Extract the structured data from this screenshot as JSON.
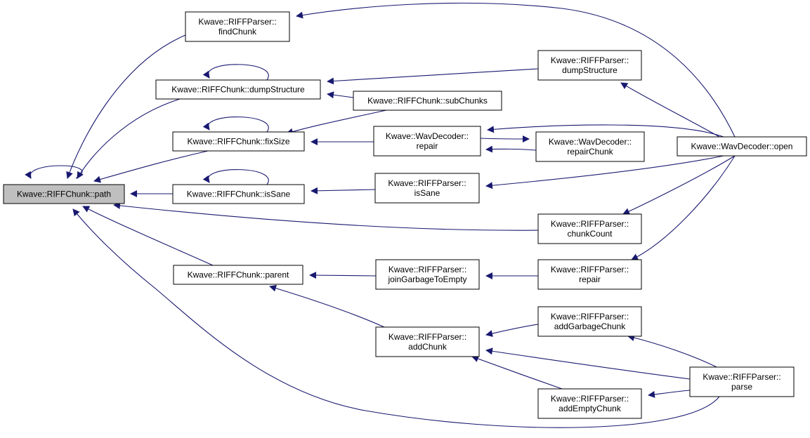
{
  "colors": {
    "edge": "#191970",
    "node_border": "#000000",
    "focus_fill": "#bfbfbf",
    "node_fill": "#ffffff"
  },
  "nodes": {
    "path": {
      "lines": [
        "Kwave::RIFFChunk::path"
      ],
      "focus": true
    },
    "findChunk": {
      "lines": [
        "Kwave::RIFFParser::",
        "findChunk"
      ]
    },
    "dumpStructureChunk": {
      "lines": [
        "Kwave::RIFFChunk::dumpStructure"
      ]
    },
    "dumpStructureParser": {
      "lines": [
        "Kwave::RIFFParser::",
        "dumpStructure"
      ]
    },
    "subChunks": {
      "lines": [
        "Kwave::RIFFChunk::subChunks"
      ]
    },
    "fixSize": {
      "lines": [
        "Kwave::RIFFChunk::fixSize"
      ]
    },
    "wavRepair": {
      "lines": [
        "Kwave::WavDecoder::",
        "repair"
      ]
    },
    "repairChunk": {
      "lines": [
        "Kwave::WavDecoder::",
        "repairChunk"
      ]
    },
    "wavOpen": {
      "lines": [
        "Kwave::WavDecoder::open"
      ]
    },
    "isSaneChunk": {
      "lines": [
        "Kwave::RIFFChunk::isSane"
      ]
    },
    "isSaneParser": {
      "lines": [
        "Kwave::RIFFParser::",
        "isSane"
      ]
    },
    "chunkCount": {
      "lines": [
        "Kwave::RIFFParser::",
        "chunkCount"
      ]
    },
    "parent": {
      "lines": [
        "Kwave::RIFFChunk::parent"
      ]
    },
    "joinGarbage": {
      "lines": [
        "Kwave::RIFFParser::",
        "joinGarbageToEmpty"
      ]
    },
    "parserRepair": {
      "lines": [
        "Kwave::RIFFParser::",
        "repair"
      ]
    },
    "addChunk": {
      "lines": [
        "Kwave::RIFFParser::",
        "addChunk"
      ]
    },
    "addGarbage": {
      "lines": [
        "Kwave::RIFFParser::",
        "addGarbageChunk"
      ]
    },
    "addEmpty": {
      "lines": [
        "Kwave::RIFFParser::",
        "addEmptyChunk"
      ]
    },
    "parse": {
      "lines": [
        "Kwave::RIFFParser::",
        "parse"
      ]
    }
  },
  "edges": [
    {
      "from": "path",
      "to": "path"
    },
    {
      "from": "findChunk",
      "to": "path"
    },
    {
      "from": "dumpStructureChunk",
      "to": "path"
    },
    {
      "from": "fixSize",
      "to": "path"
    },
    {
      "from": "isSaneChunk",
      "to": "path"
    },
    {
      "from": "chunkCount",
      "to": "path"
    },
    {
      "from": "parent",
      "to": "path"
    },
    {
      "from": "parse",
      "to": "path"
    },
    {
      "from": "wavOpen",
      "to": "findChunk"
    },
    {
      "from": "dumpStructureChunk",
      "to": "dumpStructureChunk"
    },
    {
      "from": "dumpStructureParser",
      "to": "dumpStructureChunk"
    },
    {
      "from": "subChunks",
      "to": "dumpStructureChunk"
    },
    {
      "from": "wavOpen",
      "to": "dumpStructureParser"
    },
    {
      "from": "fixSize",
      "to": "fixSize"
    },
    {
      "from": "subChunks",
      "to": "fixSize"
    },
    {
      "from": "wavRepair",
      "to": "fixSize"
    },
    {
      "from": "repairChunk",
      "to": "wavRepair"
    },
    {
      "from": "wavOpen",
      "to": "wavRepair"
    },
    {
      "from": "wavRepair",
      "to": "repairChunk"
    },
    {
      "from": "isSaneChunk",
      "to": "isSaneChunk"
    },
    {
      "from": "isSaneParser",
      "to": "isSaneChunk"
    },
    {
      "from": "wavOpen",
      "to": "isSaneParser"
    },
    {
      "from": "wavOpen",
      "to": "chunkCount"
    },
    {
      "from": "joinGarbage",
      "to": "parent"
    },
    {
      "from": "addChunk",
      "to": "parent"
    },
    {
      "from": "parserRepair",
      "to": "joinGarbage"
    },
    {
      "from": "wavOpen",
      "to": "parserRepair"
    },
    {
      "from": "addGarbage",
      "to": "addChunk"
    },
    {
      "from": "parse",
      "to": "addChunk"
    },
    {
      "from": "addEmpty",
      "to": "addChunk"
    },
    {
      "from": "parse",
      "to": "addGarbage"
    },
    {
      "from": "parse",
      "to": "addEmpty"
    }
  ]
}
